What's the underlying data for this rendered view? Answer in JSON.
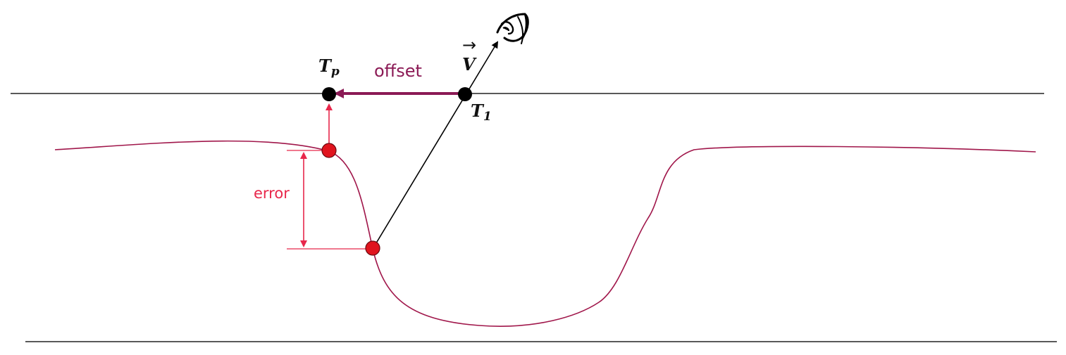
{
  "labels": {
    "tp_main": "T",
    "tp_sub": "p",
    "t1_main": "T",
    "t1_sub": "1",
    "v_letter": "V",
    "v_arrow": "→",
    "offset": "offset",
    "error": "error"
  },
  "colors": {
    "line": "#222222",
    "surface": "#a0164a",
    "offset": "#8b1a55",
    "error": "#e8274b",
    "marker_red": "#e0141e",
    "marker_black": "#000000"
  },
  "icons": {
    "viewer": "eye-icon"
  }
}
